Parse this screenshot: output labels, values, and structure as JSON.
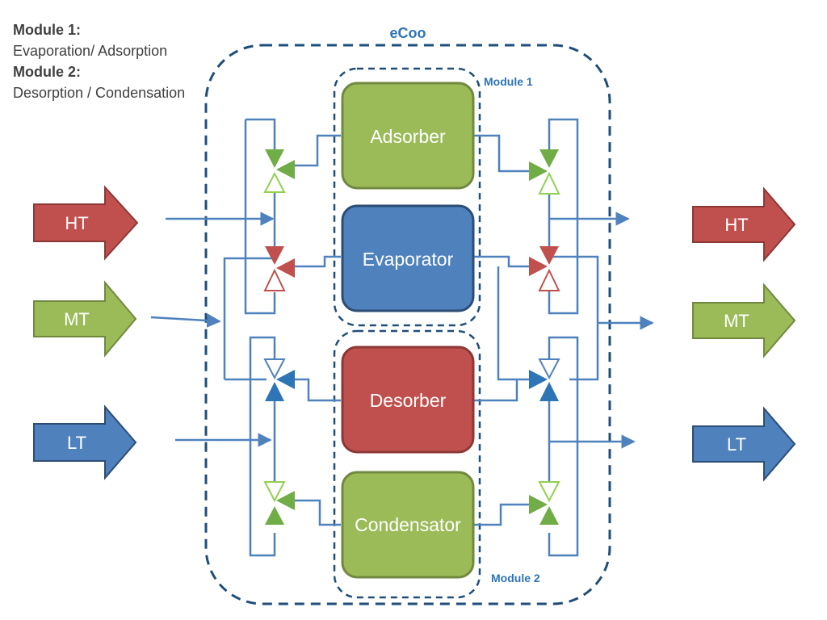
{
  "legend": {
    "module1_label": "Module 1:",
    "module1_desc": "Evaporation/ Adsorption",
    "module2_label": "Module 2:",
    "module2_desc": "Desorption / Condensation"
  },
  "diagram": {
    "title": "eCoo",
    "module1_tag": "Module 1",
    "module2_tag": "Module 2",
    "components": {
      "adsorber": "Adsorber",
      "evaporator": "Evaporator",
      "desorber": "Desorber",
      "condensator": "Condensator"
    },
    "inputs": {
      "ht": "HT",
      "mt": "MT",
      "lt": "LT"
    },
    "outputs": {
      "ht": "HT",
      "mt": "MT",
      "lt": "LT"
    }
  },
  "colors": {
    "green": "#9bbb59",
    "blue": "#4f81bd",
    "red": "#c0504d",
    "dashed_border": "#1f4e79",
    "pipe": "#4f81bd"
  }
}
